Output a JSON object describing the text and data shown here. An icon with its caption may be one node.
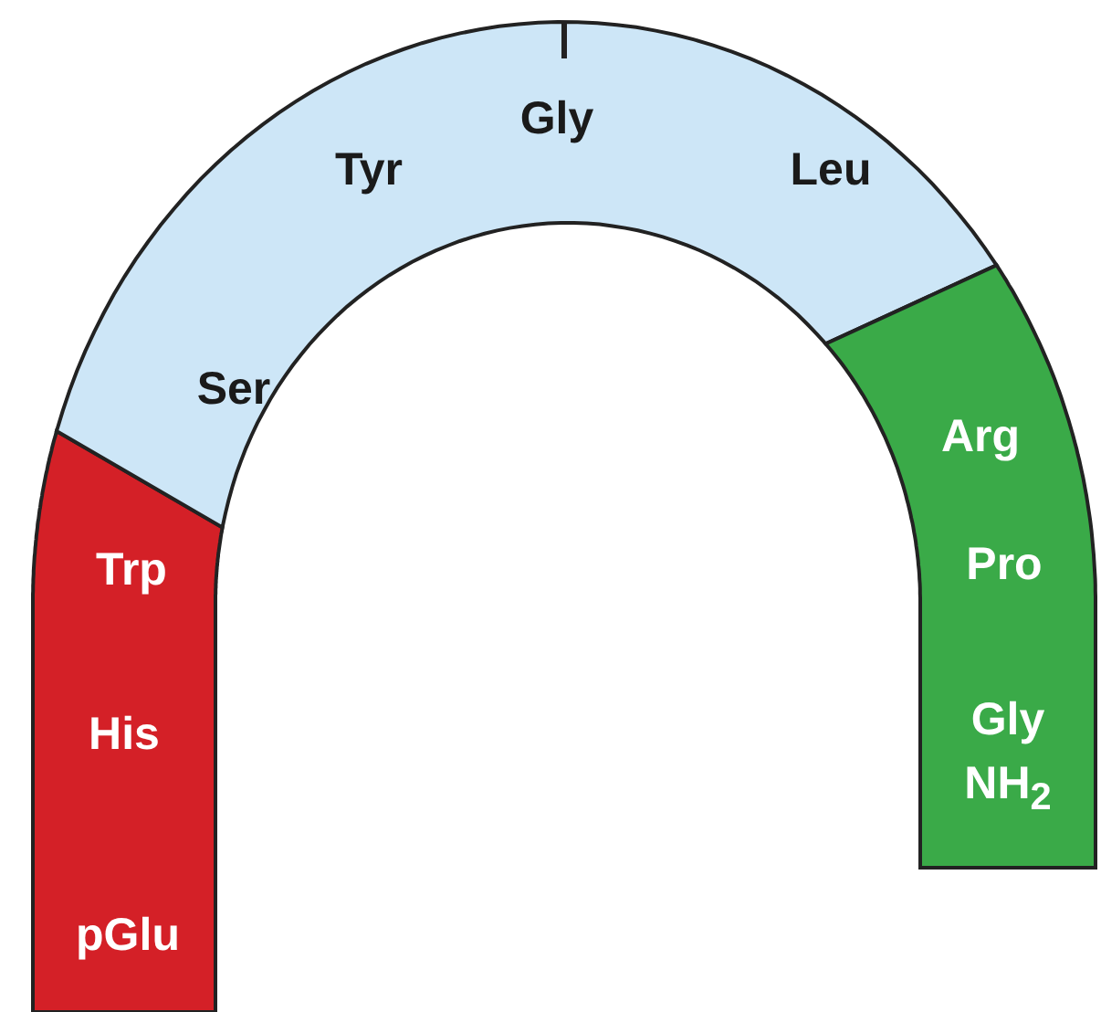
{
  "diagram": {
    "nodes": [
      {
        "text": [
          "Trp",
          "His",
          "pGlu"
        ]
      },
      {
        "text": [
          "Ser",
          "Tyr",
          "Gly",
          "Leu"
        ]
      },
      {
        "text": [
          "Arg",
          "Pro",
          "Gly NH$_{2}$"
        ]
      }
    ],
    "edges": []
  }
}
